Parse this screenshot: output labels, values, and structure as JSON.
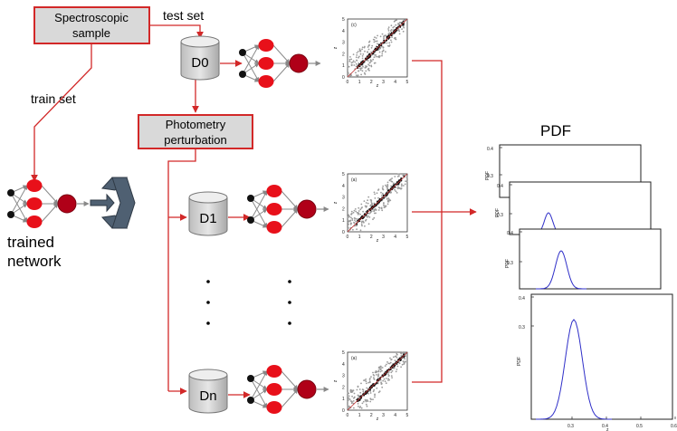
{
  "boxes": {
    "spectroscopic_line1": "Spectroscopic",
    "spectroscopic_line2": "sample",
    "photometry_line1": "Photometry",
    "photometry_line2": "perturbation"
  },
  "edge_labels": {
    "test_set": "test set",
    "train_set": "train set"
  },
  "datasets": {
    "d0": "D0",
    "d1": "D1",
    "dn": "Dn"
  },
  "trained": {
    "line1": "trained",
    "line2": "network"
  },
  "pdf": {
    "title": "PDF",
    "ylabel": "PDF",
    "xlabel": "z",
    "yticks": [
      "0.4",
      "0.3"
    ],
    "xticks": [
      "0.3",
      "0.4",
      "0.5",
      "0.6"
    ]
  },
  "scatter": {
    "panel_c": "(c)",
    "panel_a": "(a)",
    "yticks": [
      "0",
      "1",
      "2",
      "3",
      "4",
      "5"
    ],
    "xticks": [
      "0",
      "1",
      "2",
      "3",
      "4",
      "5"
    ],
    "xlabel": "z",
    "ylabel": "z"
  },
  "colors": {
    "arrow": "#d22828",
    "box_fill": "#d9d9d9",
    "neuron": "#e8101a",
    "neuron_out": "#b00018",
    "input": "#111111",
    "pdf_line": "#2e2ec8"
  }
}
